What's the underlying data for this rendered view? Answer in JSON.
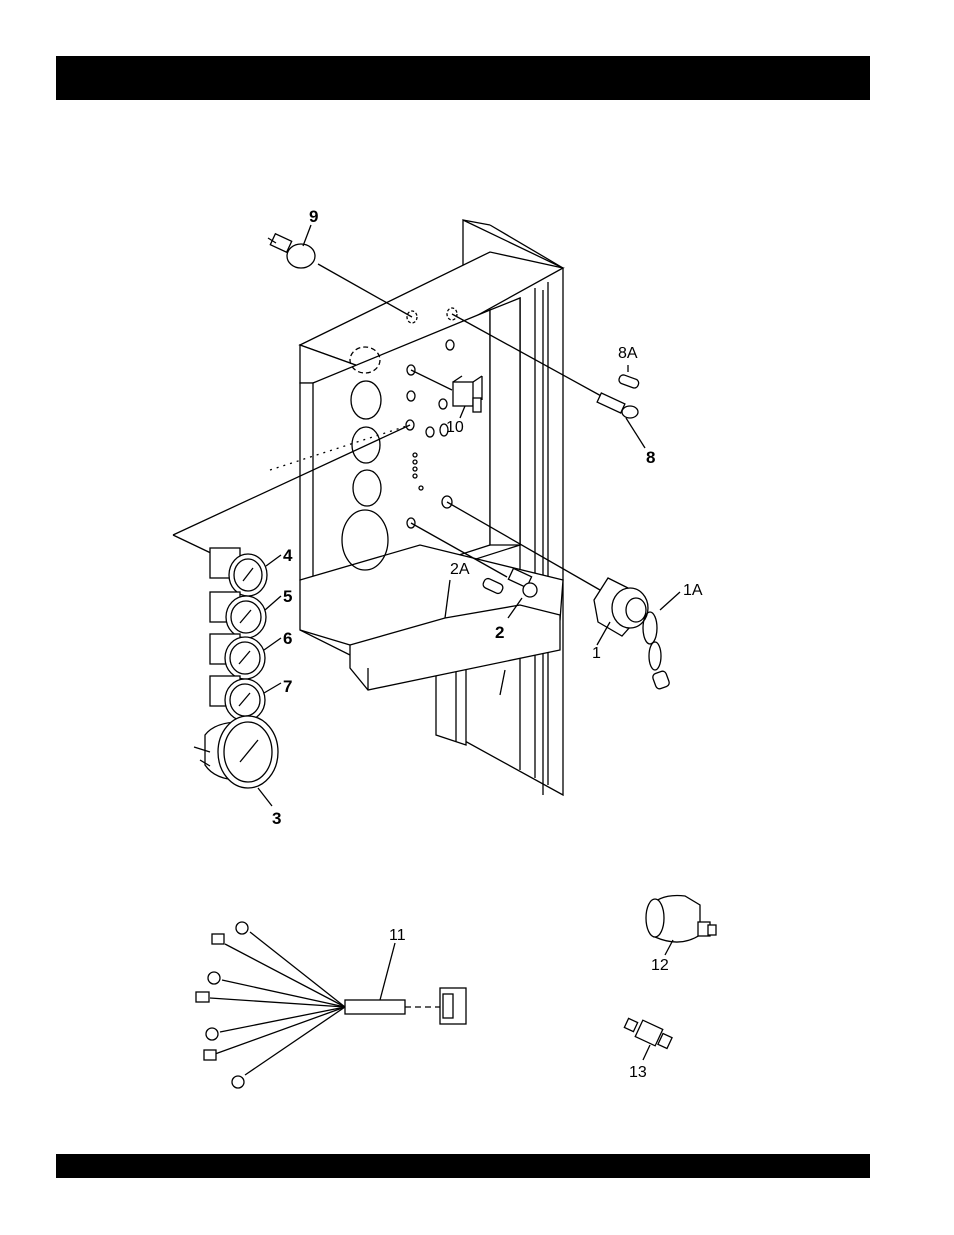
{
  "header": {
    "text": ""
  },
  "footer": {
    "text": ""
  },
  "diagram": {
    "callouts": {
      "c9": "9",
      "c8A": "8A",
      "c8": "8",
      "c10": "10",
      "c4": "4",
      "c5": "5",
      "c6": "6",
      "c7": "7",
      "c3": "3",
      "c2A": "2A",
      "c2": "2",
      "c1A": "1A",
      "c1": "1",
      "c11": "11",
      "c12": "12",
      "c13": "13"
    }
  }
}
